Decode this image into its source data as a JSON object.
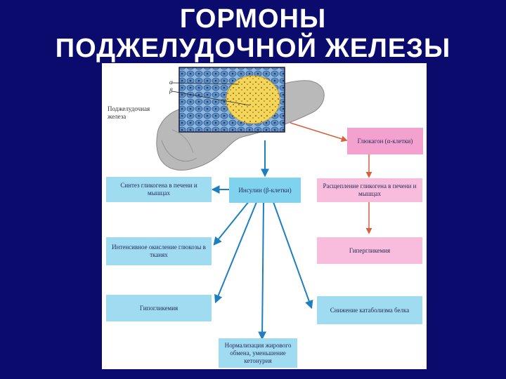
{
  "title": {
    "line1": "ГОРМОНЫ",
    "line2": "ПОДЖЕЛУДОЧНОЙ  ЖЕЛЕЗЫ"
  },
  "diagram": {
    "gland_label": "Поджелудочная железа",
    "alpha_label": "α",
    "beta_label": "β",
    "insulin": "Инсулин (β-клетки)",
    "glucagon": "Глюкагон (α-клетки)",
    "insulin_effects": [
      "Синтез гликогена в печени и мышцах",
      "Интенсивное окисление глюкозы в тканях",
      "Гипогликемия",
      "Нормализация жирового обмена, уменьшение кетонурия",
      "Снижение катаболизма белка"
    ],
    "glucagon_effects": [
      "Расщепление гликогена в печени и мышцах",
      "Гипергликемия"
    ],
    "colors": {
      "insulin_branch": "#1e7fc0",
      "glucagon_branch": "#d9603a",
      "insulin_box": "#7fd3ef",
      "glucagon_box": "#f3a2cf"
    }
  }
}
